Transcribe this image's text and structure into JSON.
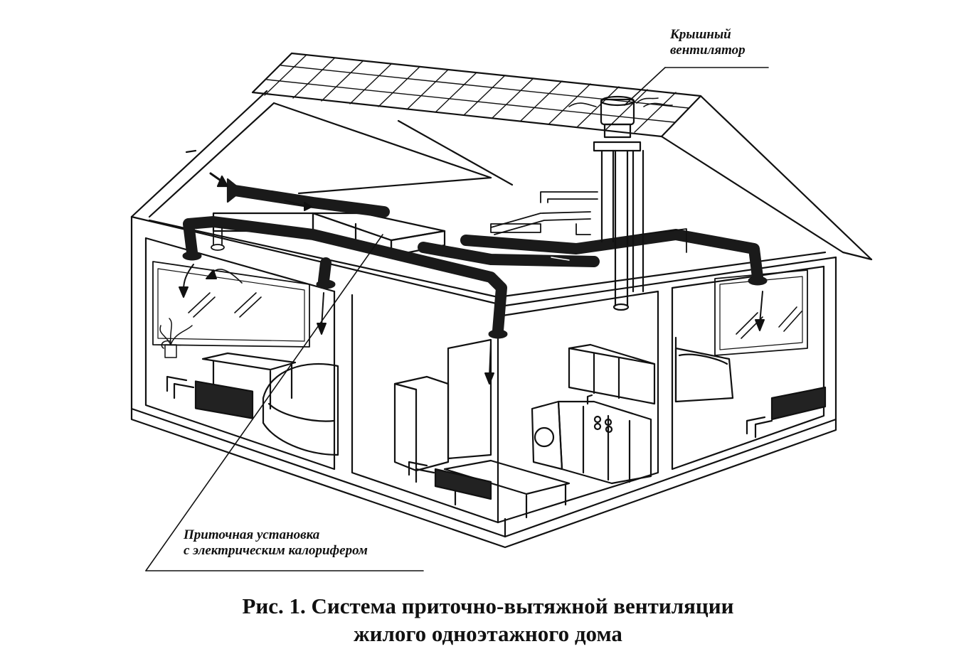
{
  "labels": {
    "roof_fan_line1": "Крышный",
    "roof_fan_line2": "вентилятор",
    "supply_unit_line1": "Приточная установка",
    "supply_unit_line2": "с электрическим калорифером"
  },
  "caption": {
    "line1": "Рис. 1. Система приточно-вытяжной вентиляции",
    "line2": "жилого одноэтажного дома"
  },
  "colors": {
    "ink": "#111111",
    "background": "#ffffff",
    "duct": "#1a1a1a"
  }
}
